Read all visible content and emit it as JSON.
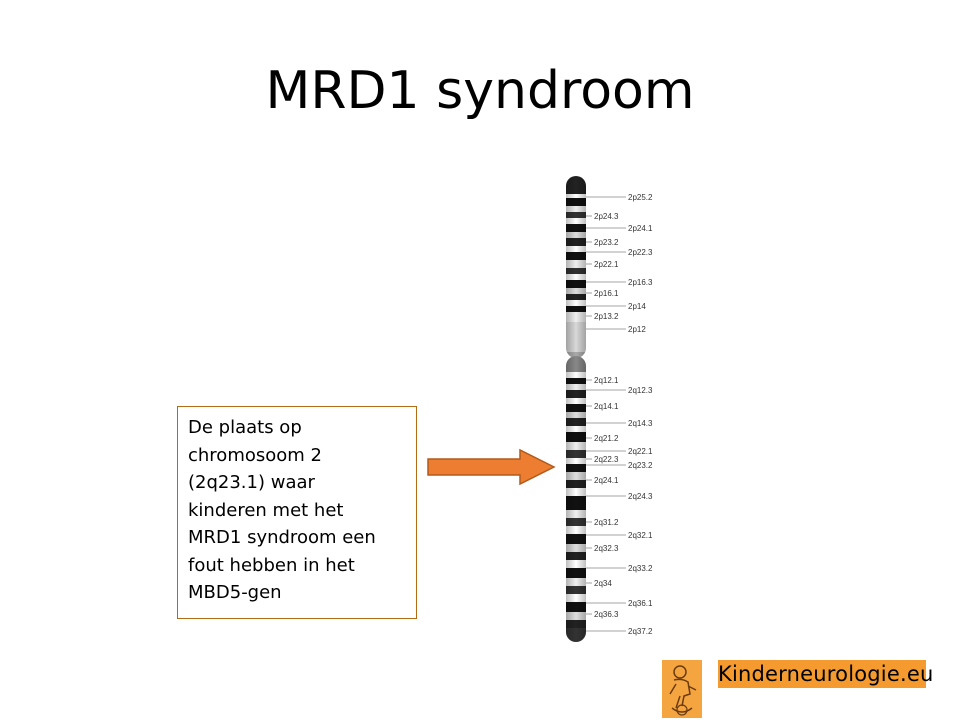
{
  "slide": {
    "title": "MRD1 syndroom",
    "callout_text": "De plaats op\nchromosoom 2\n(2q23.1) waar\nkinderen met het\nMRD1 syndroom een\nfout hebben in het\nMBD5-gen"
  },
  "chromosome": {
    "right_labels": [
      "2p25.2",
      "2p24.1",
      "2p22.3",
      "2p16.3",
      "2p14",
      "2p12",
      "2q12.3",
      "2q14.3",
      "2q22.1",
      "2q23.2",
      "2q24.3",
      "2q32.1",
      "2q33.2",
      "2q36.1",
      "2q37.2"
    ],
    "left_labels": [
      "2p24.3",
      "2p23.2",
      "2p22.1",
      "2p16.1",
      "2p13.2",
      "2q12.1",
      "2q14.1",
      "2q21.2",
      "2q22.3",
      "2q24.1",
      "2q31.2",
      "2q32.3",
      "2q34",
      "2q36.3"
    ]
  },
  "logo": {
    "text": "Kinderneurologie.eu",
    "icon": "child-figure-icon"
  },
  "colors": {
    "arrow_fill": "#ed7d31",
    "arrow_stroke": "#b35a1a",
    "callout_border": "#b36b16",
    "logo_bg": "#f59a2e"
  }
}
